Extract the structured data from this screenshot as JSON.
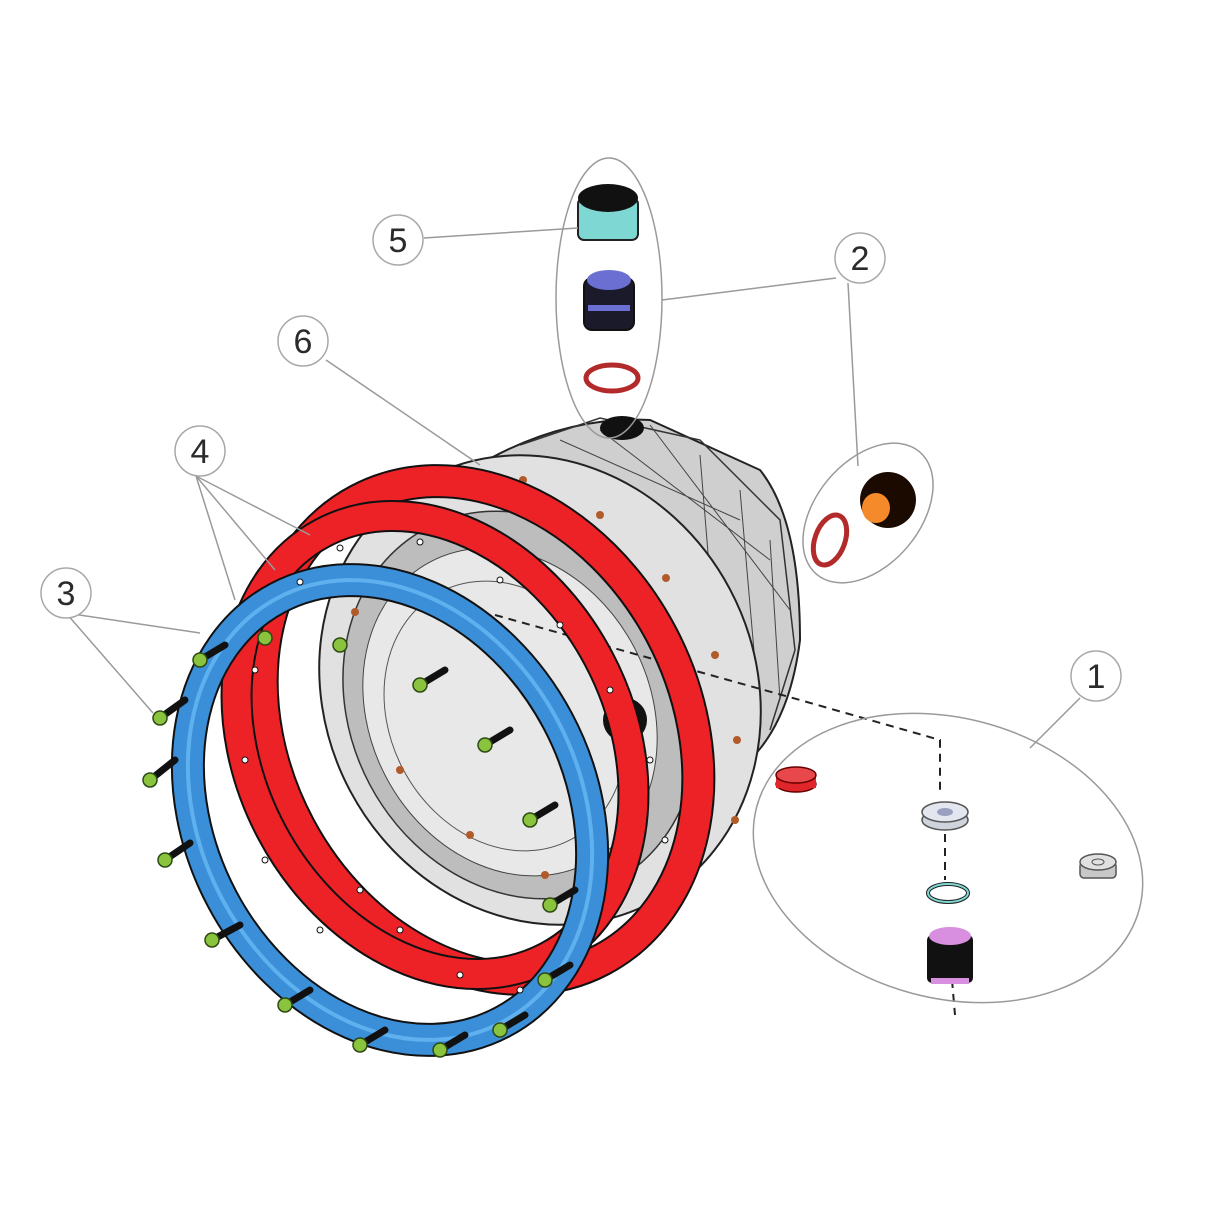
{
  "diagram": {
    "type": "exploded-parts-view",
    "subject": "light housing / niche assembly",
    "colors": {
      "background": "#ffffff",
      "leader_line": "#9a9a9a",
      "callout_stroke": "#a8a8a8",
      "housing_fill": "#d9d9d9",
      "housing_dark": "#b8b8b8",
      "gasket_red": "#ec2227",
      "clamp_ring_blue": "#3a8fd8",
      "screw_green": "#8ac43f",
      "cap_cyan": "#7fd7d3",
      "connector_blue": "#6a6fd1",
      "oring_red": "#b22a2a",
      "fitting_orange": "#f58a2a",
      "cable_gland_pink": "#d98fe0",
      "washer_grey": "#cfd3dc",
      "nut_grey": "#d3d3d3",
      "plug_red": "#e0262a"
    },
    "callouts": [
      {
        "label": "1",
        "part": "cable gland kit (plug, washer, seal, gland nut)"
      },
      {
        "label": "2",
        "part": "fitting with o-ring (two positions)"
      },
      {
        "label": "3",
        "part": "fixing screws"
      },
      {
        "label": "4",
        "part": "gaskets and clamping ring"
      },
      {
        "label": "5",
        "part": "cap"
      },
      {
        "label": "6",
        "part": "housing body"
      }
    ]
  }
}
